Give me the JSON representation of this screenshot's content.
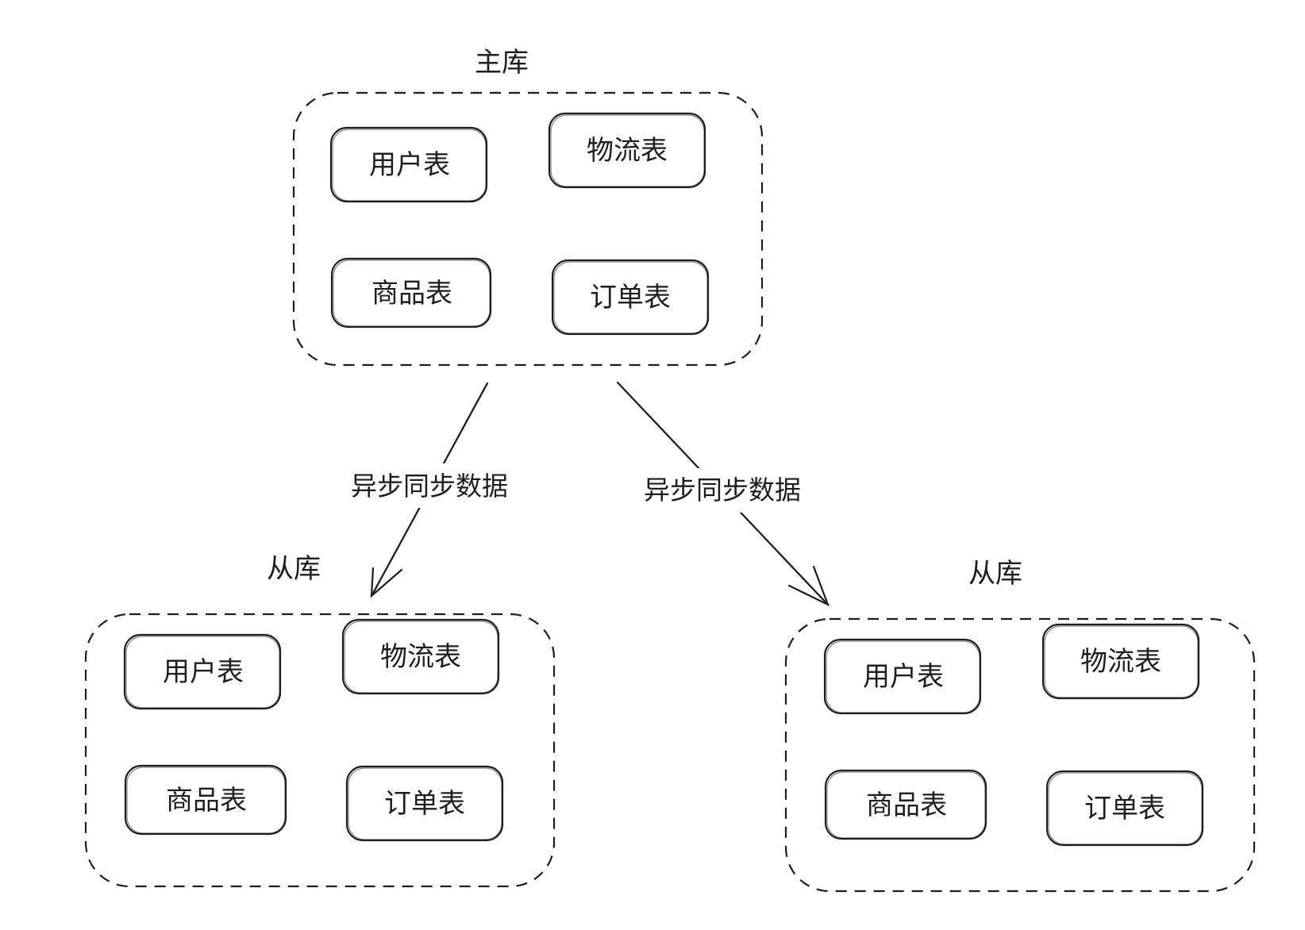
{
  "master": {
    "title": "主库",
    "tables": [
      "用户表",
      "物流表",
      "商品表",
      "订单表"
    ]
  },
  "slave_left": {
    "title": "从库",
    "tables": [
      "用户表",
      "物流表",
      "商品表",
      "订单表"
    ]
  },
  "slave_right": {
    "title": "从库",
    "tables": [
      "用户表",
      "物流表",
      "商品表",
      "订单表"
    ]
  },
  "edges": {
    "left_label": "异步同步数据",
    "right_label": "异步同步数据"
  },
  "colors": {
    "stroke": "#1e1e1e",
    "background": "#ffffff"
  }
}
